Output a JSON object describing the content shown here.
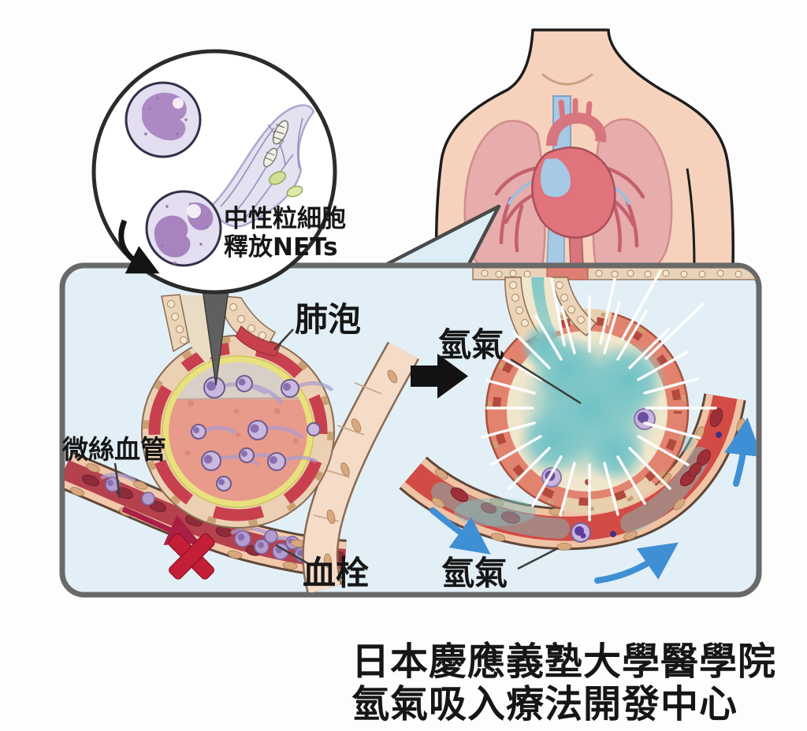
{
  "inset": {
    "line1": "中性粒細胞",
    "line2": "釋放NETs"
  },
  "labels": {
    "alveolus": "肺泡",
    "capillary": "微絲血管",
    "thrombus": "血栓",
    "hydrogen_gas_top": "氫氣",
    "hydrogen_gas_bottom": "氫氣"
  },
  "caption": {
    "line1": "日本慶應義塾大學醫學院",
    "line2": "氫氣吸入療法開發中心"
  },
  "colors": {
    "panel_bg": "#e2eff6",
    "panel_border": "#696969",
    "skin": "#f6d2bc",
    "lung_pink": "#e7acac",
    "heart_red": "#e0737b",
    "vein_blue": "#a6c9e6",
    "alveolus_wall_beige": "#ecd0b4",
    "alveolus_lining_yellow": "#e9e07e",
    "alveolus_inner_salmon": "#e89a8b",
    "capillary_wall": "#f2c8aa",
    "blood_red": "#b5404e",
    "thrombus_x_red": "#c31f36",
    "gas_teal": "#7cc6c8",
    "flow_arrow_blue": "#3f8fd4",
    "neutrophil_purple": "#b39cce"
  }
}
